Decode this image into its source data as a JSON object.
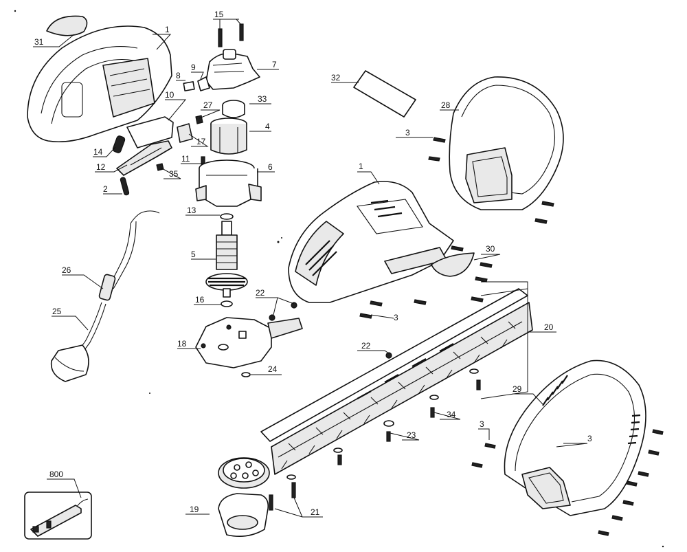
{
  "callouts": {
    "c1a": "1",
    "c1b": "1",
    "c2": "2",
    "c3a": "3",
    "c3b": "3",
    "c3c": "3",
    "c3d": "3",
    "c4": "4",
    "c5": "5",
    "c6": "6",
    "c7": "7",
    "c8": "8",
    "c9": "9",
    "c10": "10",
    "c11": "11",
    "c12": "12",
    "c13": "13",
    "c14": "14",
    "c15": "15",
    "c16": "16",
    "c17": "17",
    "c18": "18",
    "c19": "19",
    "c20": "20",
    "c21": "21",
    "c22a": "22",
    "c22b": "22",
    "c23": "23",
    "c24": "24",
    "c25": "25",
    "c26": "26",
    "c27": "27",
    "c28": "28",
    "c29": "29",
    "c30": "30",
    "c31": "31",
    "c32": "32",
    "c33": "33",
    "c34": "34",
    "c35": "35",
    "c800": "800"
  }
}
